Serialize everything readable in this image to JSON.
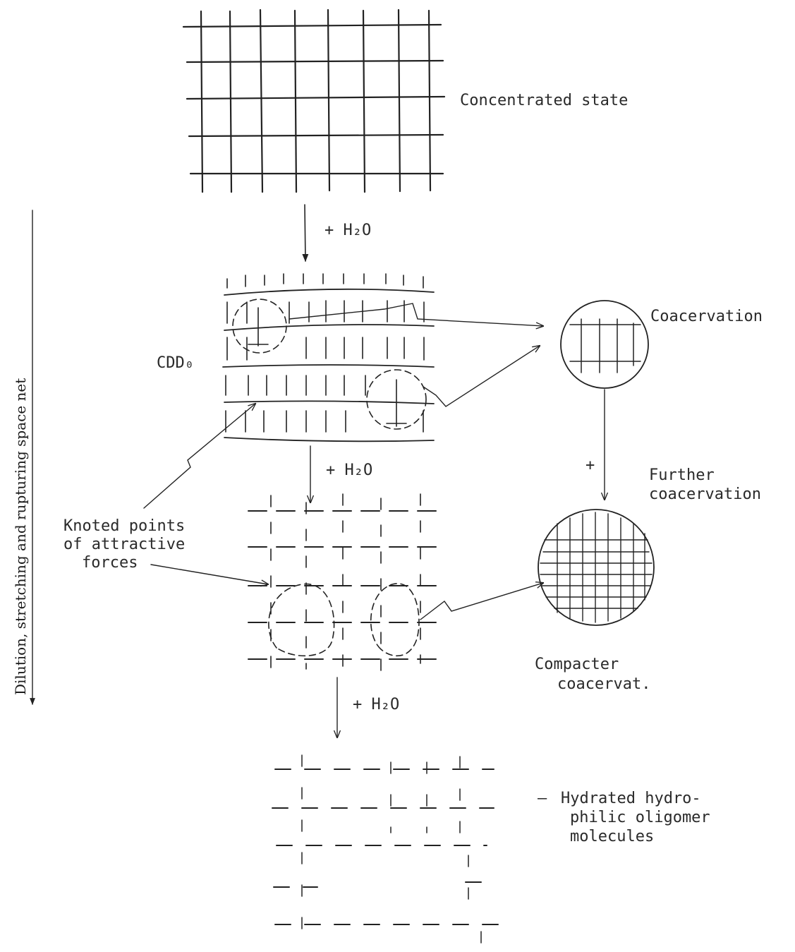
{
  "title": "",
  "side_axis": {
    "label": "Dilution, stretching and rupturing space net"
  },
  "labels": {
    "concentrated": "Concentrated state",
    "water_step_1": "+ H₂O",
    "water_step_2": "+ H₂O",
    "water_step_3": "+ H₂O",
    "cdd0": "CDD₀",
    "coacervation": "Coacervation",
    "plus": "+",
    "further_1": "Further",
    "further_2": "coacervation",
    "knoted_1": "Knoted points",
    "knoted_2": "of attractive",
    "knoted_3": "forces",
    "compacter_1": "Compacter",
    "compacter_2": "coacervat.",
    "hydrated_dash": "—",
    "hydrated_1": "Hydrated hydro-",
    "hydrated_2": "philic oligomer",
    "hydrated_3": "molecules"
  }
}
